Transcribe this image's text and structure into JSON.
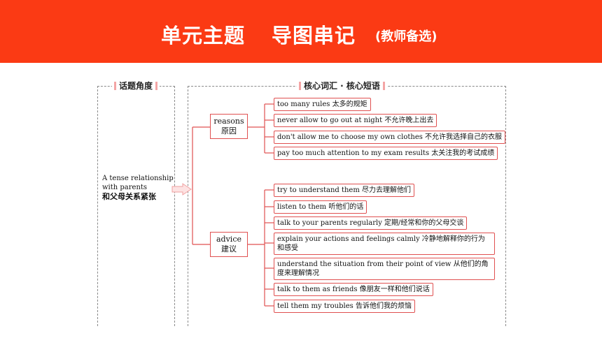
{
  "header": {
    "title_part1": "单元主题",
    "title_part2": "导图串记",
    "subtitle": "(教师备选)"
  },
  "panels": {
    "left_label": "话题角度",
    "right_label": "核心词汇 · 核心短语"
  },
  "topic": {
    "en": "A tense relationship with parents",
    "cn": "和父母关系紧张"
  },
  "categories": [
    {
      "en": "reasons",
      "cn": "原因"
    },
    {
      "en": "advice",
      "cn": "建议"
    }
  ],
  "reasons_items": [
    "too many rules 太多的规矩",
    "never allow to go out at night 不允许晚上出去",
    "don't allow me to choose my own clothes 不允许我选择自己的衣服",
    "pay too much attention to my exam results 太关注我的考试成绩"
  ],
  "advice_items": [
    "try to understand them 尽力去理解他们",
    "listen to them 听他们的话",
    "talk to your parents regularly 定期/经常和你的父母交谈",
    "explain your actions and feelings calmly 冷静地解释你的行为和感受",
    "understand the situation from their point of view 从他们的角度来理解情况",
    "talk to them as friends 像朋友一样和他们说话",
    "tell them my troubles 告诉他们我的烦恼"
  ],
  "colors": {
    "banner": "#fb3a14",
    "box_border": "#e05050",
    "connector": "#e05050"
  }
}
